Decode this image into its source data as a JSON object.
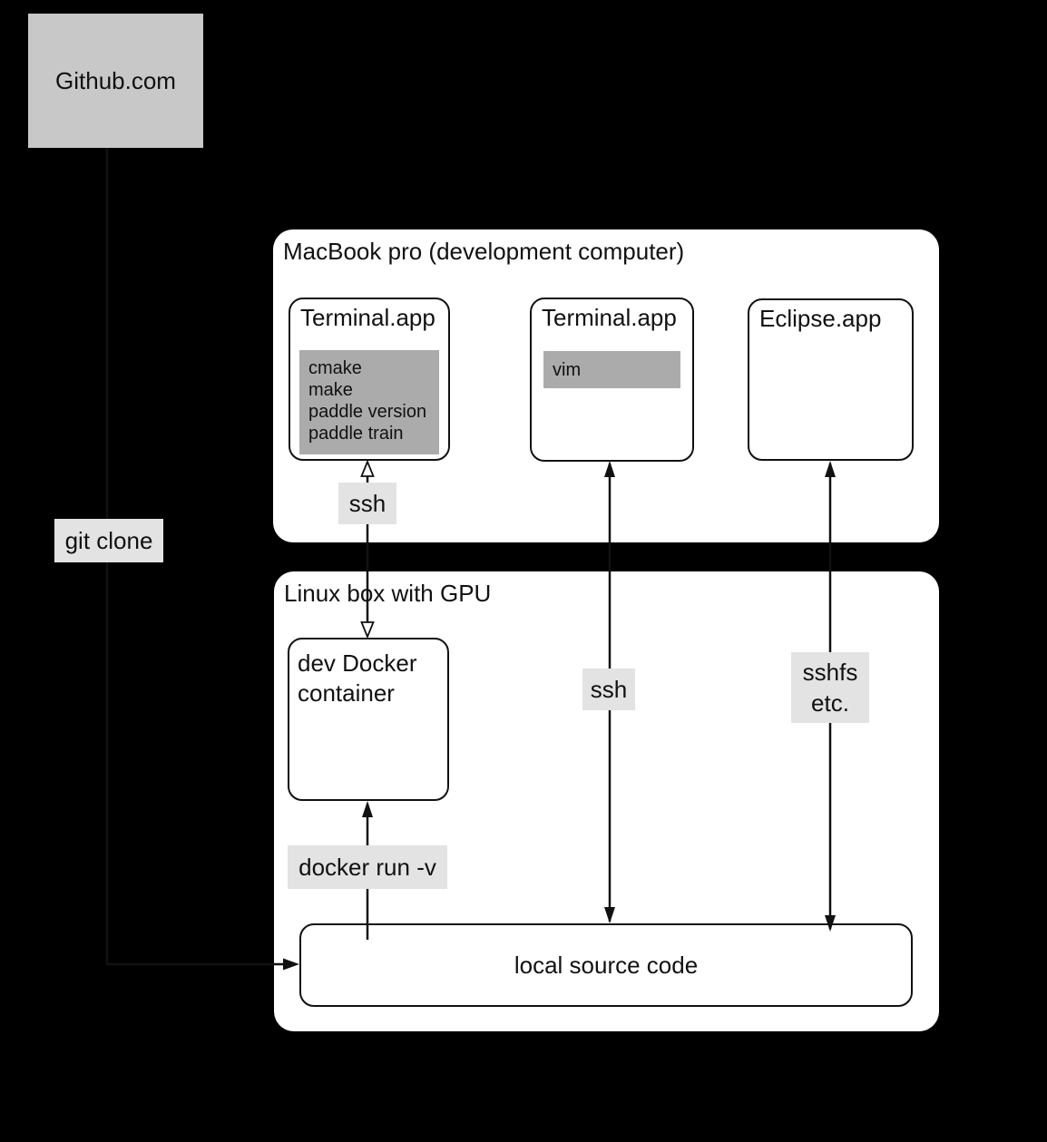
{
  "github": {
    "label": "Github.com"
  },
  "macbook": {
    "title": "MacBook pro (development computer)",
    "terminal1": {
      "title": "Terminal.app",
      "commands": [
        "cmake",
        "make",
        "paddle version",
        "paddle train"
      ]
    },
    "terminal2": {
      "title": "Terminal.app",
      "commands": [
        "vim"
      ]
    },
    "eclipse": {
      "title": "Eclipse.app"
    }
  },
  "linux": {
    "title": "Linux box with GPU",
    "dev_docker": {
      "line1": "dev Docker",
      "line2": "container"
    },
    "local_source": {
      "label": "local source code"
    }
  },
  "edges": {
    "git_clone": {
      "label": "git clone"
    },
    "ssh_dev_container": {
      "label": "ssh"
    },
    "ssh_source": {
      "label": "ssh"
    },
    "sshfs": {
      "line1": "sshfs",
      "line2": "etc."
    },
    "docker_run": {
      "label": "docker run -v"
    }
  },
  "colors": {
    "background": "#000000",
    "panel": "#ffffff",
    "github_box": "#c8c8c8",
    "command_box": "#ababab",
    "edge_label": "#e3e3e3",
    "stroke": "#111111"
  }
}
